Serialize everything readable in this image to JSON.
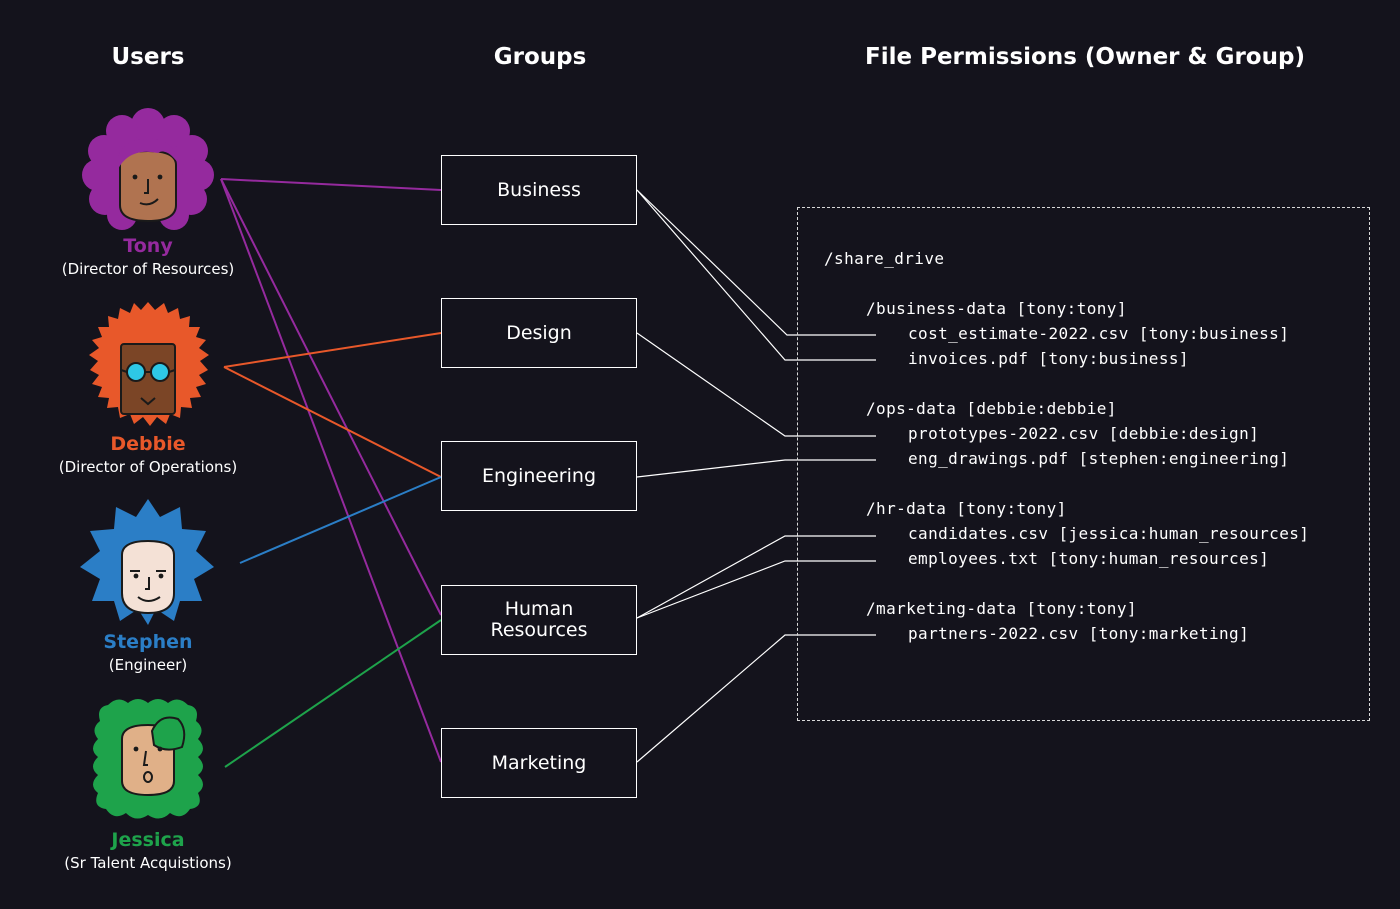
{
  "headings": {
    "users": "Users",
    "groups": "Groups",
    "files": "File Permissions (Owner & Group)"
  },
  "users": [
    {
      "name": "Tony",
      "role": "(Director of Resources)",
      "color": "#952a9e"
    },
    {
      "name": "Debbie",
      "role": "(Director of Operations)",
      "color": "#e8582a"
    },
    {
      "name": "Stephen",
      "role": "(Engineer)",
      "color": "#2b7ec6"
    },
    {
      "name": "Jessica",
      "role": "(Sr Talent Acquistions)",
      "color": "#1ea34b"
    }
  ],
  "groups": [
    {
      "label": "Business"
    },
    {
      "label": "Design"
    },
    {
      "label": "Engineering"
    },
    {
      "label": "Human\nResources"
    },
    {
      "label": "Marketing"
    }
  ],
  "files": {
    "root": "/share_drive",
    "dirs": [
      {
        "name": "/business-data [tony:tony]",
        "files": [
          "cost_estimate-2022.csv [tony:business]",
          "invoices.pdf [tony:business]"
        ]
      },
      {
        "name": "/ops-data [debbie:debbie]",
        "files": [
          "prototypes-2022.csv [debbie:design]",
          "eng_drawings.pdf [stephen:engineering]"
        ]
      },
      {
        "name": "/hr-data [tony:tony]",
        "files": [
          "candidates.csv [jessica:human_resources]",
          "employees.txt [tony:human_resources]"
        ]
      },
      {
        "name": "/marketing-data [tony:tony]",
        "files": [
          "partners-2022.csv [tony:marketing]"
        ]
      }
    ]
  },
  "colors": {
    "background": "#14131c",
    "line": "#ffffff"
  }
}
